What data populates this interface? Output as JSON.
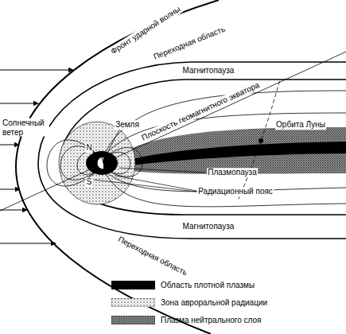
{
  "diagram": {
    "labels": [
      "Фронт ударной волны",
      "Переходная область",
      "Магнитопауза",
      "Орбита Луны",
      "Плоскость геомагнитного экватора",
      "Земля",
      "Солнечный ветер",
      "N",
      "S",
      "Плазмопауза",
      "Радиационный пояс",
      "Магнитопауза",
      "Переходная область"
    ],
    "legend": [
      {
        "text": "Область плотной плазмы",
        "color": "#000000"
      },
      {
        "text": "Зона авроральной радиации"
      },
      {
        "text": "Плазма нейтрального слоя"
      }
    ]
  }
}
